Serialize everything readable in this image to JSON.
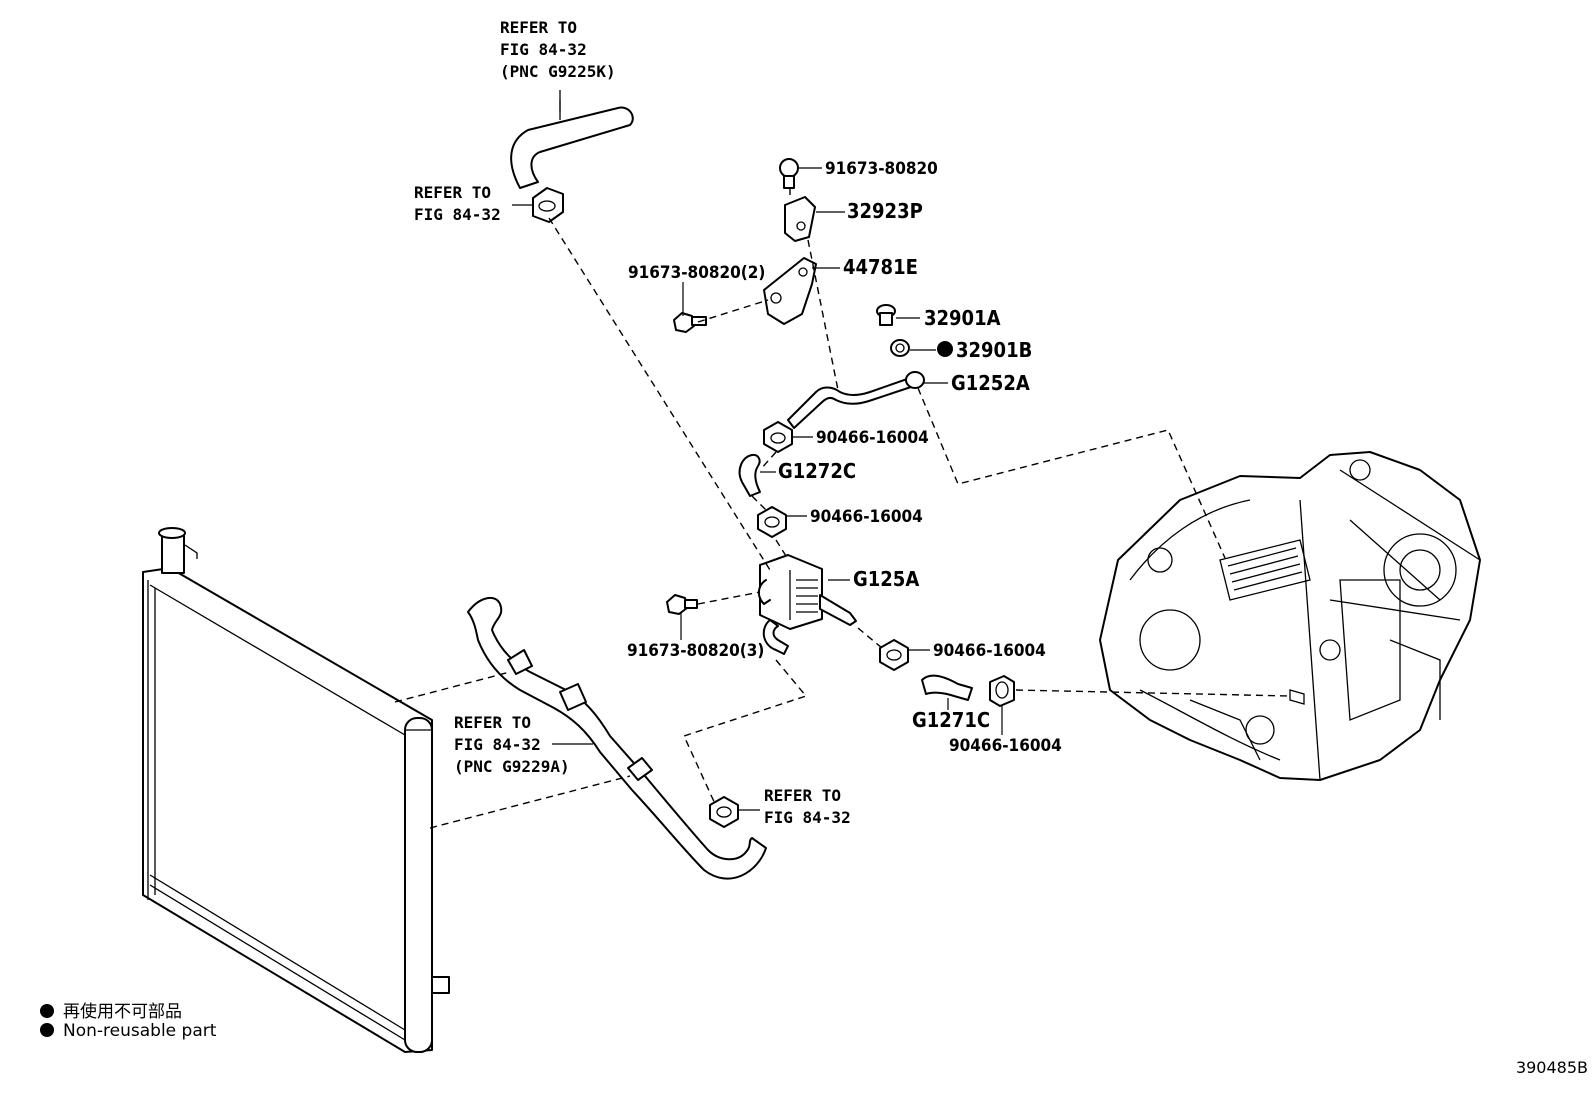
{
  "diagram": {
    "refs": {
      "top_hose_ref": [
        "REFER TO",
        "FIG 84-32",
        "(PNC G9225K)"
      ],
      "clamp_top_ref": [
        "REFER TO",
        "FIG 84-32"
      ],
      "lower_hose_ref": [
        "REFER TO",
        "FIG 84-32",
        "(PNC G9229A)"
      ],
      "clamp_bottom_ref": [
        "REFER TO",
        "FIG 84-32"
      ]
    },
    "labels": {
      "bolt_top": "91673-80820",
      "bracket_32923P": "32923P",
      "bracket_44781E": "44781E",
      "bolt_x2": "91673-80820(2)",
      "plug_32901A": "32901A",
      "plug_32901B": "32901B",
      "pipe_G1252A": "G1252A",
      "clamp_1": "90466-16004",
      "hose_G1272C": "G1272C",
      "clamp_2": "90466-16004",
      "cooler_G125A": "G125A",
      "bolt_x3": "91673-80820(3)",
      "clamp_3": "90466-16004",
      "hose_G1271C": "G1271C",
      "clamp_4": "90466-16004"
    }
  },
  "legend": {
    "line1": "再使用不可部品",
    "line2": "Non-reusable part"
  },
  "figure_id": "390485B"
}
